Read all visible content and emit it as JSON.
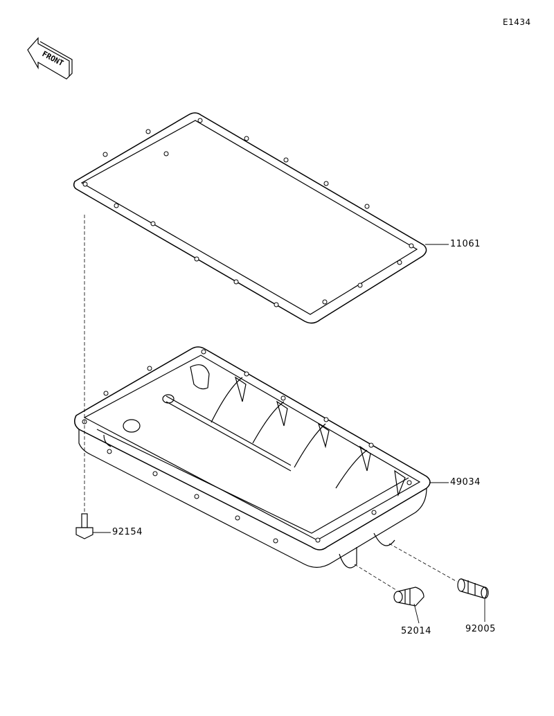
{
  "diagram_code": "E1434",
  "front_label": "FRONT",
  "parts": [
    {
      "number": "11061",
      "name": "gasket"
    },
    {
      "number": "49034",
      "name": "oil-pan"
    },
    {
      "number": "92154",
      "name": "bolt"
    },
    {
      "number": "52014",
      "name": "fitting"
    },
    {
      "number": "92005",
      "name": "drain-fitting"
    }
  ]
}
